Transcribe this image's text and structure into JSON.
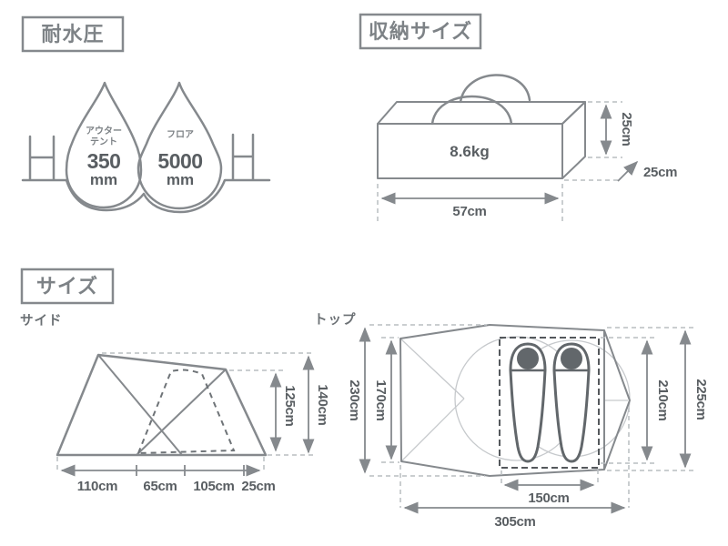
{
  "colors": {
    "line": "#85898d",
    "dim_text": "#595e62",
    "jp_text": "#6b7074",
    "title_text": "#7d8286",
    "helper_dash": "#b9bdc1",
    "inner_dash": "#54585c",
    "thin_line": "#c6c9cc",
    "bag": "#62676b"
  },
  "water": {
    "title": "耐水圧",
    "drop1": {
      "line1": "アウター",
      "line2": "テント",
      "value": "350",
      "unit": "mm"
    },
    "drop2": {
      "line1": "フロア",
      "value": "5000",
      "unit": "mm"
    }
  },
  "storage": {
    "title": "収納サイズ",
    "weight": "8.6kg",
    "height": "25cm",
    "depth": "25cm",
    "width": "57cm"
  },
  "size": {
    "title": "サイズ",
    "side_label": "サイド",
    "top_label": "トップ",
    "side": {
      "height_inner": "125cm",
      "height_outer": "140cm",
      "seg1": "110cm",
      "seg2": "65cm",
      "seg3": "105cm",
      "seg4": "25cm"
    },
    "top": {
      "length_outer": "230cm",
      "length_inner": "170cm",
      "width_inner_right": "210cm",
      "width_outer_right": "225cm",
      "width_inner": "150cm",
      "width_total": "305cm"
    }
  }
}
